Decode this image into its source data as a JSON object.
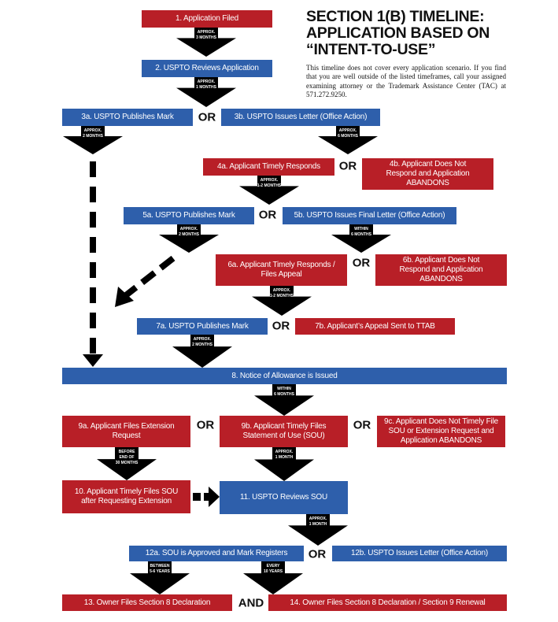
{
  "header": {
    "title_lines": [
      "SECTION 1(B) TIMELINE:",
      "APPLICATION BASED ON",
      "“INTENT-TO-USE”"
    ],
    "note": "This timeline does not cover every application scenario. If you find that you are well outside of the listed timeframes, call your assigned examining attorney or the Trademark Assistance Center (TAC) at 571.272.9250."
  },
  "colors": {
    "red": "#b81f27",
    "blue": "#2e5fab"
  },
  "nodes": {
    "n1": "1. Application Filed",
    "n2": "2. USPTO Reviews Application",
    "n3a": "3a. USPTO Publishes Mark",
    "n3b": "3b. USPTO Issues Letter (Office Action)",
    "n4a": "4a. Applicant Timely Responds",
    "n4b": "4b. Applicant Does Not Respond and Application ABANDONS",
    "n5a": "5a. USPTO Publishes Mark",
    "n5b": "5b. USPTO Issues Final Letter (Office Action)",
    "n6a": "6a. Applicant Timely Responds / Files Appeal",
    "n6b": "6b. Applicant Does Not Respond and Application ABANDONS",
    "n7a": "7a. USPTO Publishes Mark",
    "n7b": "7b. Applicant’s Appeal Sent to TTAB",
    "n8": "8. Notice of Allowance is Issued",
    "n9a": "9a. Applicant Files Extension Request",
    "n9b": "9b. Applicant Timely Files Statement of Use (SOU)",
    "n9c": "9c. Applicant Does Not Timely File SOU or Extension Request and Application ABANDONS",
    "n10": "10. Applicant Timely Files SOU after Requesting Extension",
    "n11": "11. USPTO Reviews SOU",
    "n12a": "12a. SOU is Approved and Mark Registers",
    "n12b": "12b. USPTO Issues Letter (Office Action)",
    "n13": "13. Owner Files Section 8 Declaration",
    "n14": "14. Owner Files Section 8 Declaration / Section 9 Renewal"
  },
  "connectors": {
    "or": "OR",
    "and": "AND"
  },
  "arrows": {
    "a1": [
      "APPROX.",
      "3 MONTHS"
    ],
    "a2": [
      "APPROX.",
      "1 MONTHS"
    ],
    "a3a": [
      "APPROX.",
      "2 MONTHS"
    ],
    "a3b": [
      "APPROX.",
      "6 MONTHS"
    ],
    "a4a": [
      "APPROX.",
      "1-2 MONTHS"
    ],
    "a5a": [
      "APPROX.",
      "2 MONTHS"
    ],
    "a5b": [
      "WITHIN",
      "6 MONTHS"
    ],
    "a6a": [
      "APPROX.",
      "1-2 MONTHS"
    ],
    "a7a": [
      "APPROX.",
      "2 MONTHS"
    ],
    "a8": [
      "WITHIN",
      "6 MONTHS"
    ],
    "a9a": [
      "BEFORE",
      "END OF",
      "30 MONTHS"
    ],
    "a9b": [
      "APPROX.",
      "1 MONTH"
    ],
    "a11": [
      "APPROX.",
      "1 MONTH"
    ],
    "a12a": [
      "BETWEEN",
      "5-6 YEARS"
    ],
    "a12b": [
      "EVERY",
      "10 YEARS"
    ]
  }
}
